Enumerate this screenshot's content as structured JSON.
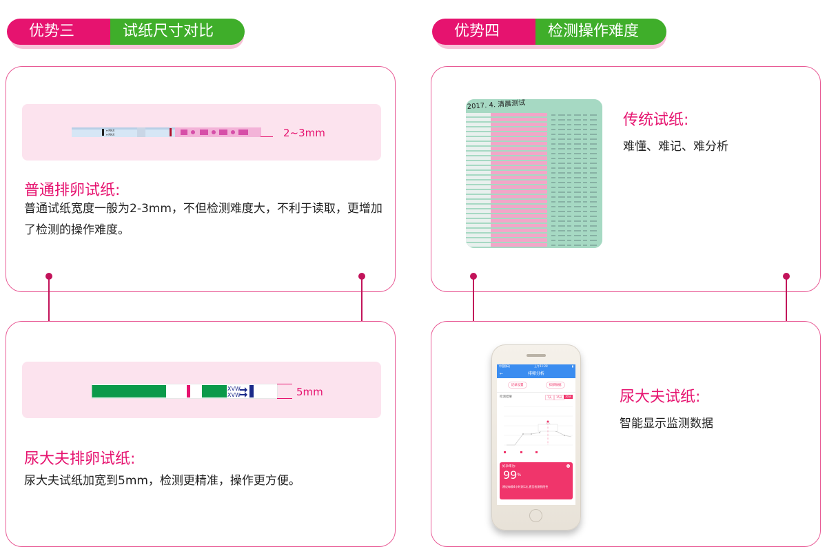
{
  "sections": [
    {
      "tag": "优势三",
      "title": "试纸尺寸对比"
    },
    {
      "tag": "优势四",
      "title": "检测操作难度"
    }
  ],
  "size_compare": {
    "normal": {
      "dimension": "2~3mm",
      "heading": "普通排卵试纸:",
      "description": "普通试纸宽度一般为2-3mm，不但检测难度大，不利于读取，更增加了检测的操作难度。"
    },
    "niaodafu": {
      "dimension": "5mm",
      "heading": "尿大夫排卵试纸:",
      "description": "尿大夫试纸加宽到5mm，检测更精准，操作更方便。"
    }
  },
  "difficulty": {
    "traditional": {
      "heading": "传统试纸:",
      "description": "难懂、难记、难分析"
    },
    "niaodafu": {
      "heading": "尿大夫试纸:",
      "description": "智能显示监测数据"
    }
  },
  "phone": {
    "status_left": "中国移动",
    "status_time": "上午11:28",
    "nav_title": "排卵分析",
    "btn_left": "记录设置",
    "btn_right": "排卵数据",
    "chart_label": "检测结果",
    "toggle": [
      "7天",
      "15天",
      "30天"
    ],
    "result_label": "好孕率为:",
    "result_value": "99",
    "result_unit": "%",
    "result_note": "建议每隔4小时测1次,直至检测到阳性",
    "colors": {
      "nav": "#3b8df0",
      "card": "#f0356b"
    }
  },
  "colors": {
    "brand_pink": "#e6136f",
    "brand_green": "#3fae2a",
    "band": "#fce3ee"
  }
}
